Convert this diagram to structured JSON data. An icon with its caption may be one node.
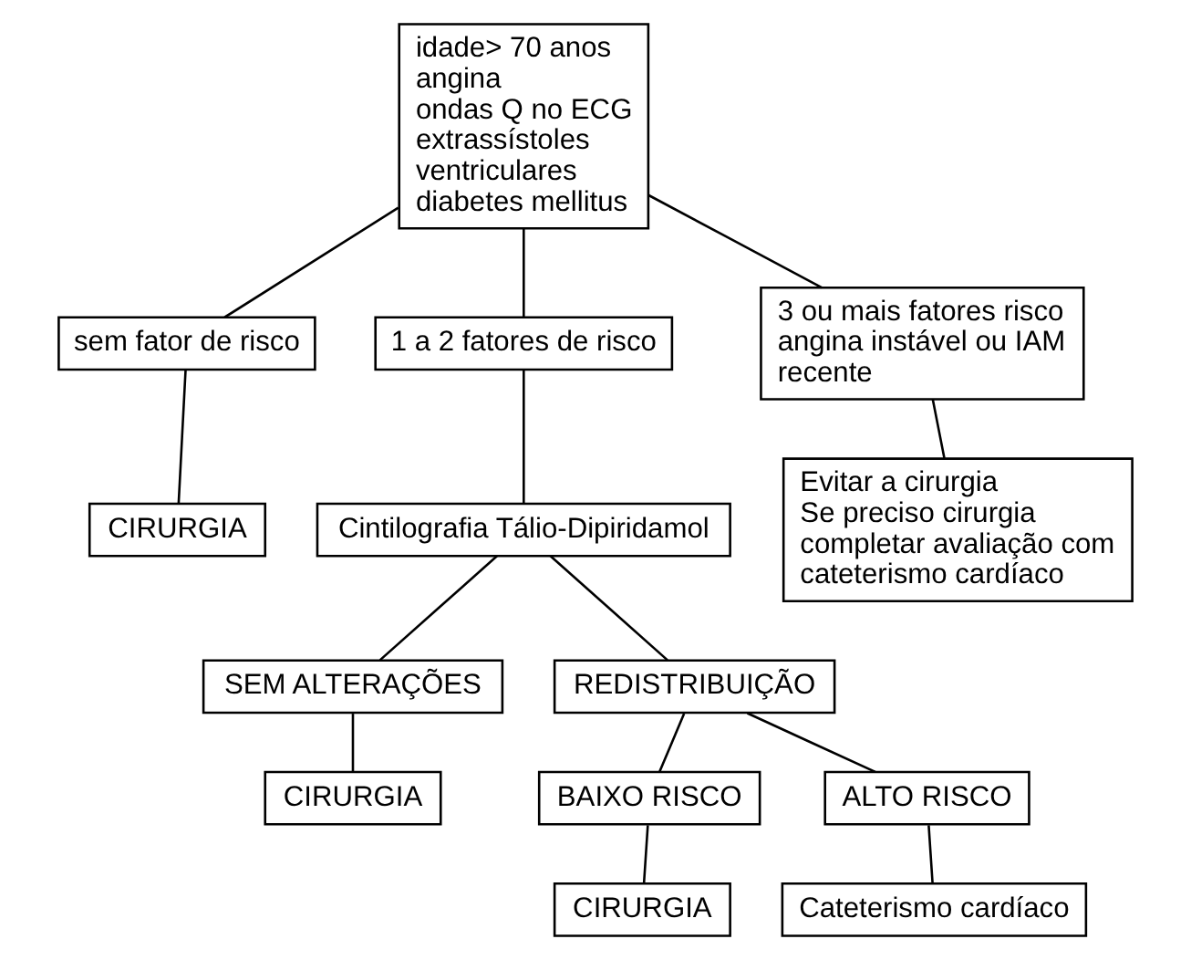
{
  "diagram": {
    "nodes": [
      {
        "text": [
          "idade> 70 anos",
          "angina",
          "ondas Q no ECG",
          "extrassístoles ventriculares",
          "diabetes mellitus"
        ]
      },
      {
        "text": [
          "sem fator de risco"
        ]
      },
      {
        "text": [
          "1 a 2 fatores de risco"
        ]
      },
      {
        "text": [
          "3 ou mais fatores risco",
          "angina instável ou IAM recente"
        ]
      },
      {
        "text": [
          "CIRURGIA"
        ]
      },
      {
        "text": [
          "Cintilografia Tálio-Dipiridamol"
        ]
      },
      {
        "text": [
          "Evitar a cirurgia",
          "Se preciso cirurgia completar avaliação com cateterismo cardíaco"
        ]
      },
      {
        "text": [
          "SEM ALTERAÇÕES"
        ]
      },
      {
        "text": [
          "REDISTRIBUIÇÃO"
        ]
      },
      {
        "text": [
          "CIRURGIA"
        ]
      },
      {
        "text": [
          "BAIXO RISCO"
        ]
      },
      {
        "text": [
          "ALTO RISCO"
        ]
      },
      {
        "text": [
          "CIRURGIA"
        ]
      },
      {
        "text": [
          "Cateterismo cardíaco"
        ]
      }
    ],
    "edges": [
      {
        "from": 0,
        "to": 1,
        "arrow": "none"
      },
      {
        "from": 0,
        "to": 2,
        "arrow": "none"
      },
      {
        "from": 0,
        "to": 3,
        "arrow": "none"
      },
      {
        "from": 1,
        "to": 4,
        "arrow": "none"
      },
      {
        "from": 2,
        "to": 5,
        "arrow": "none"
      },
      {
        "from": 3,
        "to": 6,
        "arrow": "none"
      },
      {
        "from": 5,
        "to": 7,
        "arrow": "none"
      },
      {
        "from": 5,
        "to": 8,
        "arrow": "none"
      },
      {
        "from": 7,
        "to": 9,
        "arrow": "none"
      },
      {
        "from": 8,
        "to": 10,
        "arrow": "none"
      },
      {
        "from": 8,
        "to": 11,
        "arrow": "none"
      },
      {
        "from": 10,
        "to": 12,
        "arrow": "none"
      },
      {
        "from": 11,
        "to": 13,
        "arrow": "none"
      }
    ]
  }
}
